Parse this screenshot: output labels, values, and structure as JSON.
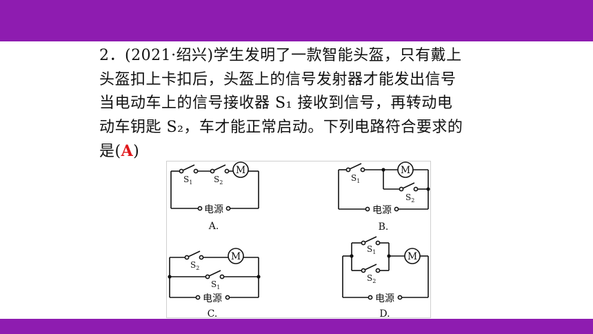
{
  "colors": {
    "band": "#8e1cb0",
    "answer": "#e0181c"
  },
  "question": {
    "lines": [
      "2．(2021·绍兴)学生发明了一款智能头盔，只有戴上",
      "头盔扣上卡扣后，头盔上的信号发射器才能发出信号",
      "当电动车上的信号接收器  S₁ 接收到信号，再转动电",
      "动车钥匙 S₂，车才能正常启动。下列电路符合要求的"
    ],
    "last_prefix": "是(",
    "answer": "A",
    "last_suffix": ")"
  },
  "figure": {
    "motor_label": "M",
    "power_label": "电源",
    "switch_1": "S",
    "switch_1_sub": "1",
    "switch_2": "S",
    "switch_2_sub": "2",
    "options": [
      "A.",
      "B.",
      "C.",
      "D."
    ]
  }
}
